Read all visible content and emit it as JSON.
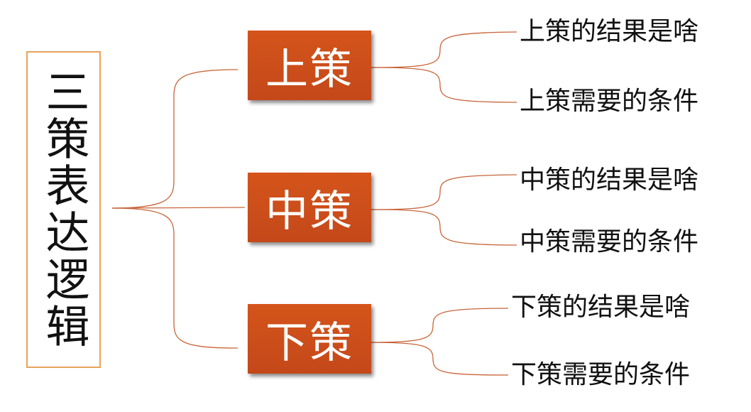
{
  "root": {
    "label": "三策表达逻辑"
  },
  "branches": [
    {
      "label": "上策",
      "leaves": [
        "上策的结果是啥",
        "上策需要的条件"
      ]
    },
    {
      "label": "中策",
      "leaves": [
        "中策的结果是啥",
        "中策需要的条件"
      ]
    },
    {
      "label": "下策",
      "leaves": [
        "下策的结果是啥",
        "下策需要的条件"
      ]
    }
  ],
  "colors": {
    "box": "#c94c1c",
    "connector": "#c8653a",
    "root_border": "#e8a35a"
  }
}
